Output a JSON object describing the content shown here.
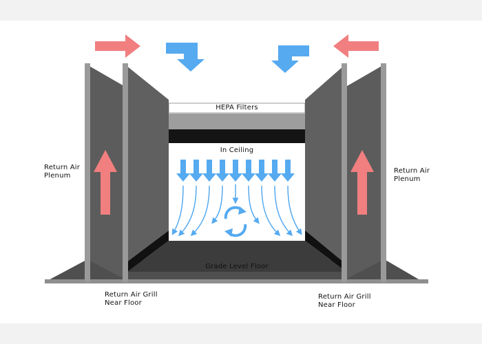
{
  "labels": {
    "hepa": "HEPA Filters",
    "ceiling": "In Ceiling",
    "floor": "Grade Level Floor",
    "plenum_left": "Return Air Plenum",
    "plenum_right": "Return Air Plenum",
    "grill_left": "Return Air Grill Near Floor",
    "grill_right": "Return Air Grill Near Floor"
  },
  "icons": {
    "incoming_air": "right-arrow-icon / left-arrow-icon",
    "supply_air": "down-bent-arrow-icon",
    "return_air": "up-arrow-icon",
    "recirculation": "circular-arrows-icon"
  },
  "colors": {
    "background": "#f2f2f2",
    "return_arrow": "#f17f7f",
    "supply_arrow": "#55aaf0",
    "wall_dark": "#5c5c5c",
    "wall_edge": "#999999",
    "floor": "#4f4f4f"
  }
}
